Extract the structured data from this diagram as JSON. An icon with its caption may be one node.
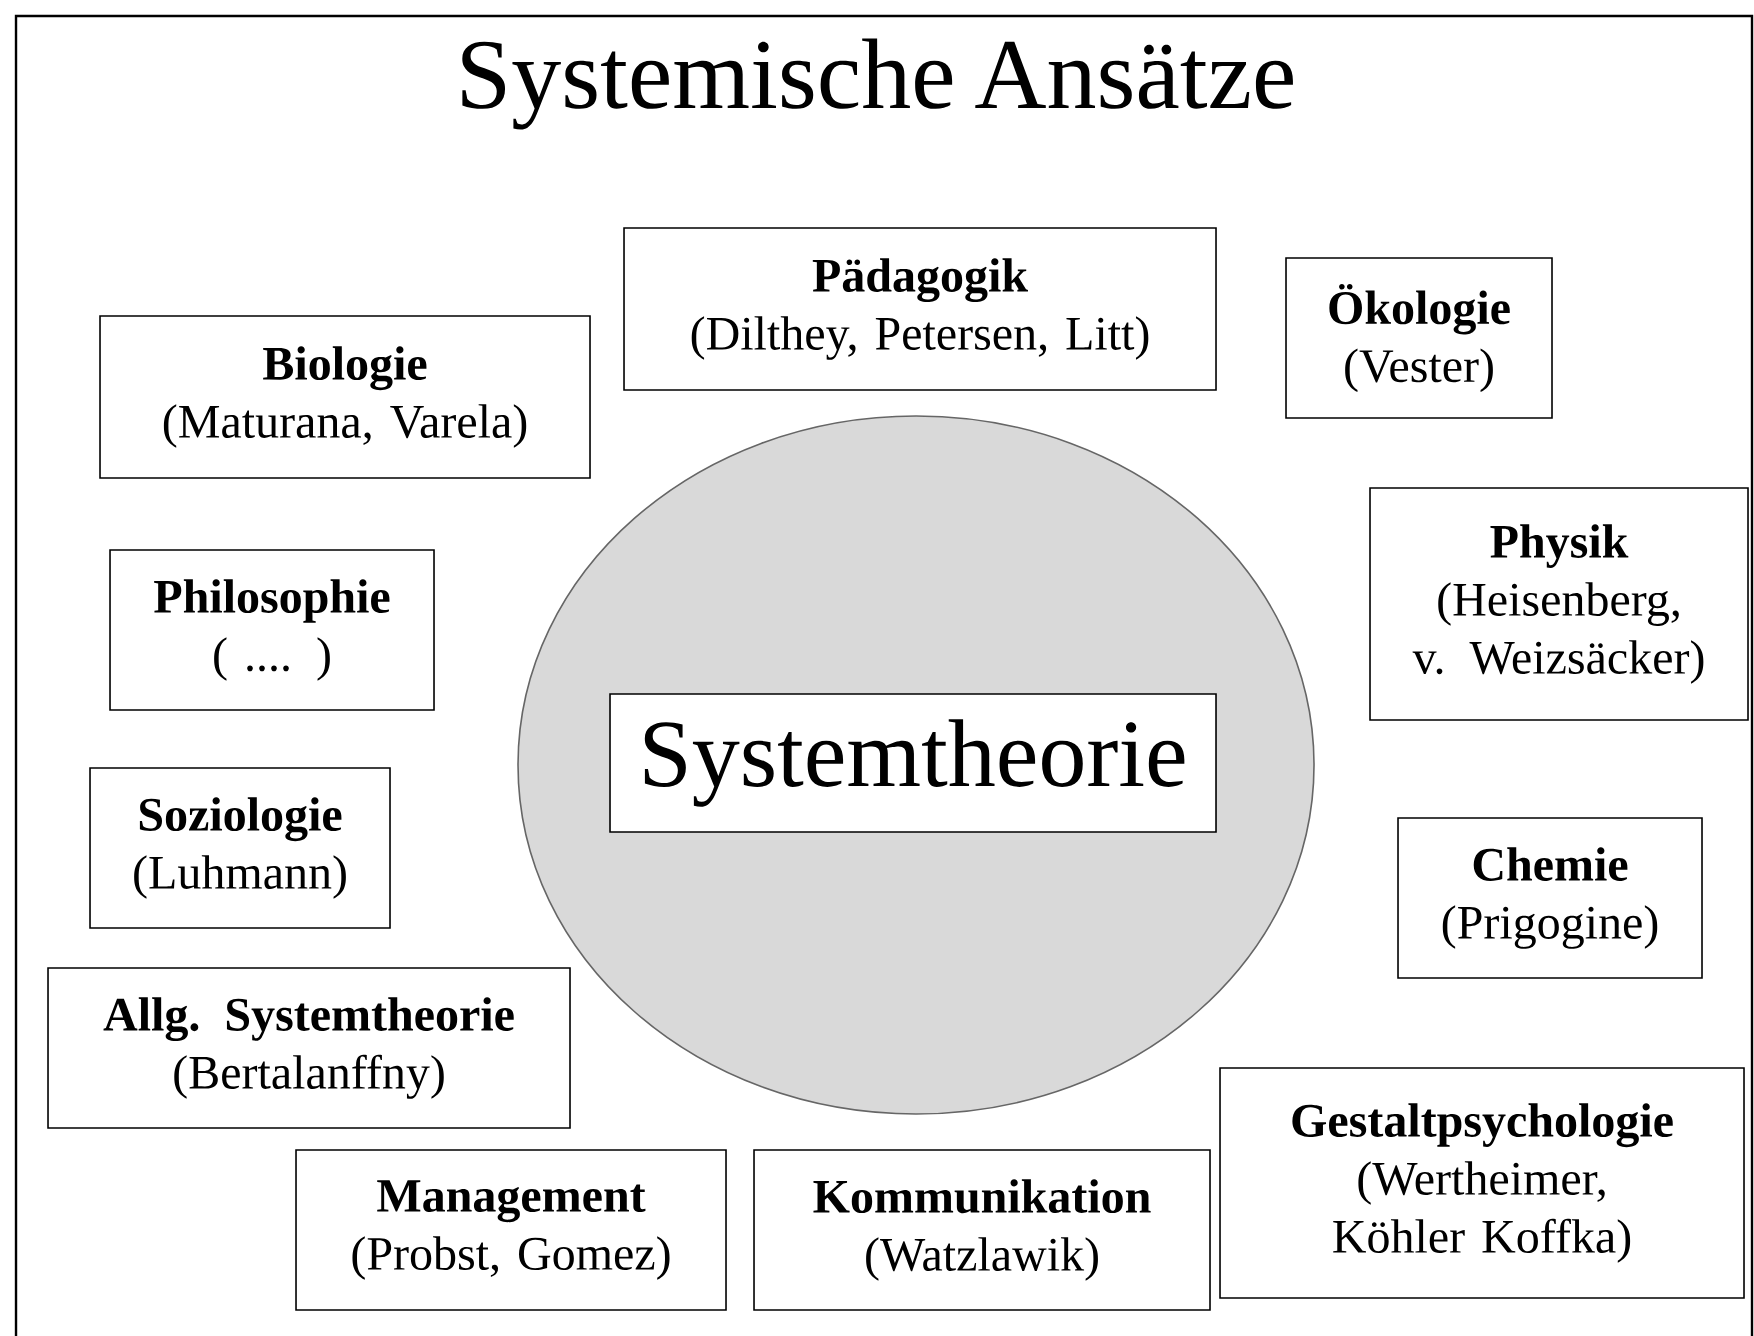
{
  "diagram": {
    "title": "Systemische Ansätze",
    "nodes": [
      {
        "text": [
          "Pädagogik",
          "(Dilthey, Petersen, Litt)"
        ]
      },
      {
        "text": [
          "Ökologie",
          "(Vester)"
        ]
      },
      {
        "text": [
          "Biologie",
          "(Maturana, Varela)"
        ]
      },
      {
        "text": [
          "Philosophie",
          "( .... )"
        ]
      },
      {
        "text": [
          "Physik",
          "(Heisenberg, v. Weizsäcker)"
        ]
      },
      {
        "text": [],
        "shape": "circle"
      },
      {
        "text": [
          "Systemtheorie"
        ],
        "in": 5
      },
      {
        "text": [
          "Soziologie",
          "(Luhmann)"
        ]
      },
      {
        "text": [
          "Chemie",
          "(Prigogine)"
        ]
      },
      {
        "text": [
          "Allg. Systemtheorie",
          "(Bertalanffny)"
        ]
      },
      {
        "text": [
          "Gestaltpsychologie",
          "(Wertheimer, Köhler Koffka)"
        ]
      },
      {
        "text": [
          "Management",
          "(Probst, Gomez)"
        ]
      },
      {
        "text": [
          "Kommunikation",
          "(Watzlawik)"
        ]
      }
    ]
  }
}
